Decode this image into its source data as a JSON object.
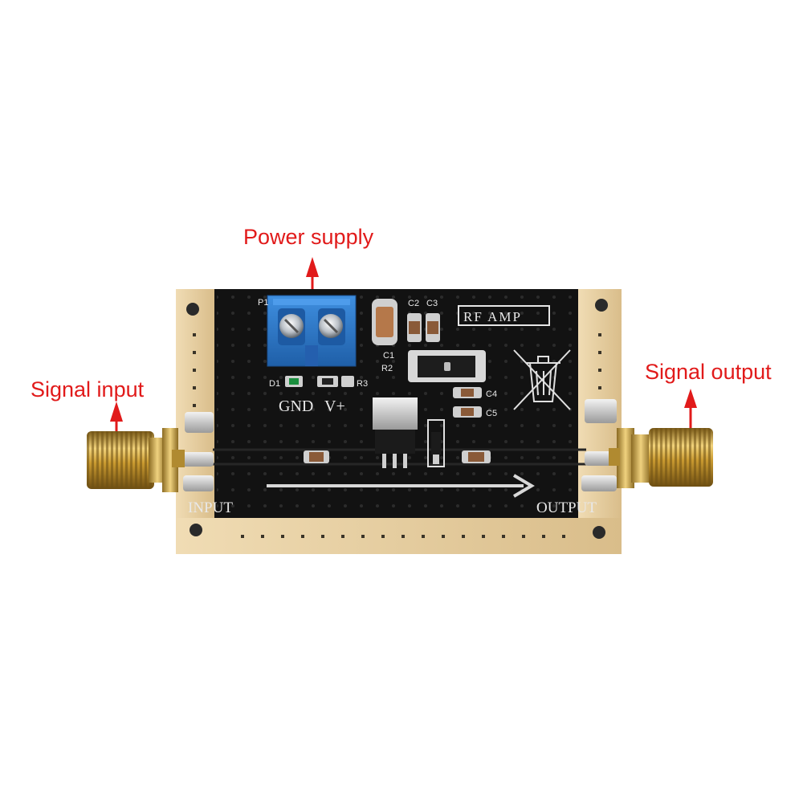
{
  "callouts": {
    "power": "Power supply",
    "input": "Signal input",
    "output": "Signal output"
  },
  "silkscreen": {
    "title": "RF AMP",
    "input": "INPUT",
    "output": "OUTPUT",
    "gnd": "GND",
    "vplus": "V+",
    "p1": "P1",
    "d1": "D1",
    "r3": "R3",
    "c1": "C1",
    "r2": "R2",
    "c2": "C2",
    "c3": "C3",
    "c4": "C4",
    "c5": "C5"
  },
  "colors": {
    "callout": "#e11a1a",
    "board": "#141414",
    "gold_edge": "#e6cfa3",
    "terminal_block": "#2d79c9",
    "sma_brass": "#c9a13a"
  },
  "icons": {
    "arrow_up": "red-up-arrow-icon",
    "signal_flow": "right-arrow-icon",
    "weee": "crossed-bin-icon"
  }
}
